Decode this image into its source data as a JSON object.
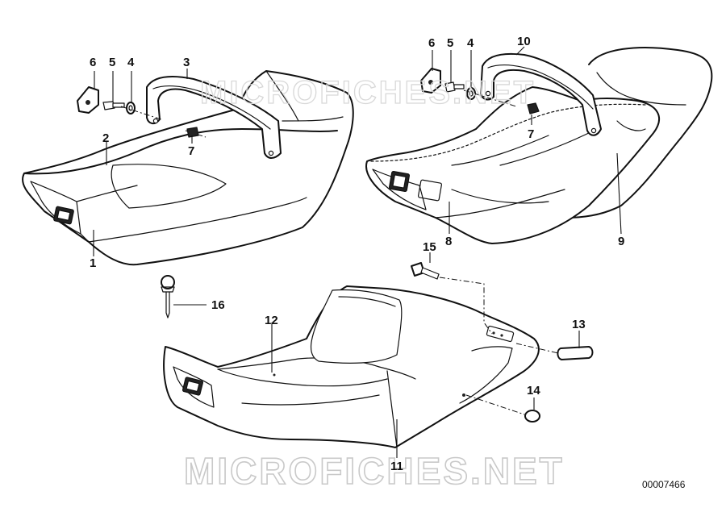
{
  "watermark": {
    "text": "MICROFICHES.NET",
    "text_top": "MICROFICHES.NET"
  },
  "reference_number": "00007466",
  "callouts": [
    {
      "id": "1",
      "label": "1"
    },
    {
      "id": "2",
      "label": "2"
    },
    {
      "id": "3",
      "label": "3"
    },
    {
      "id": "4a",
      "label": "4"
    },
    {
      "id": "5a",
      "label": "5"
    },
    {
      "id": "6a",
      "label": "6"
    },
    {
      "id": "7a",
      "label": "7"
    },
    {
      "id": "4b",
      "label": "4"
    },
    {
      "id": "5b",
      "label": "5"
    },
    {
      "id": "6b",
      "label": "6"
    },
    {
      "id": "7b",
      "label": "7"
    },
    {
      "id": "8",
      "label": "8"
    },
    {
      "id": "9",
      "label": "9"
    },
    {
      "id": "10",
      "label": "10"
    },
    {
      "id": "11",
      "label": "11"
    },
    {
      "id": "12",
      "label": "12"
    },
    {
      "id": "13",
      "label": "13"
    },
    {
      "id": "14",
      "label": "14"
    },
    {
      "id": "15",
      "label": "15"
    },
    {
      "id": "16",
      "label": "16"
    }
  ]
}
